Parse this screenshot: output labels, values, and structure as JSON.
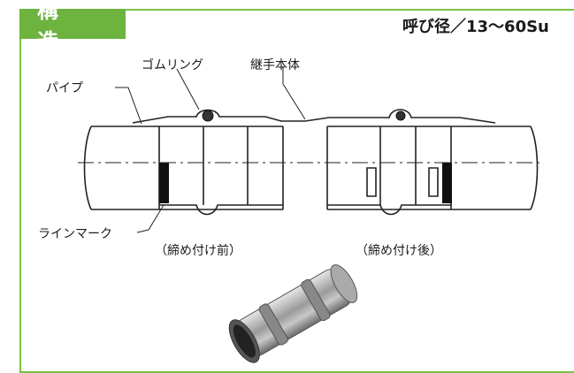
{
  "header": {
    "title": "構 造",
    "diameter_range": "呼び径／13〜60Su"
  },
  "labels": {
    "pipe": "パイプ",
    "rubber_ring": "ゴムリング",
    "fitting_body": "継手本体",
    "line_mark": "ラインマーク",
    "before_crimp": "（締め付け前）",
    "after_crimp": "（締め付け後）"
  },
  "colors": {
    "accent": "#6cb33f",
    "frame": "#7bbf44"
  }
}
